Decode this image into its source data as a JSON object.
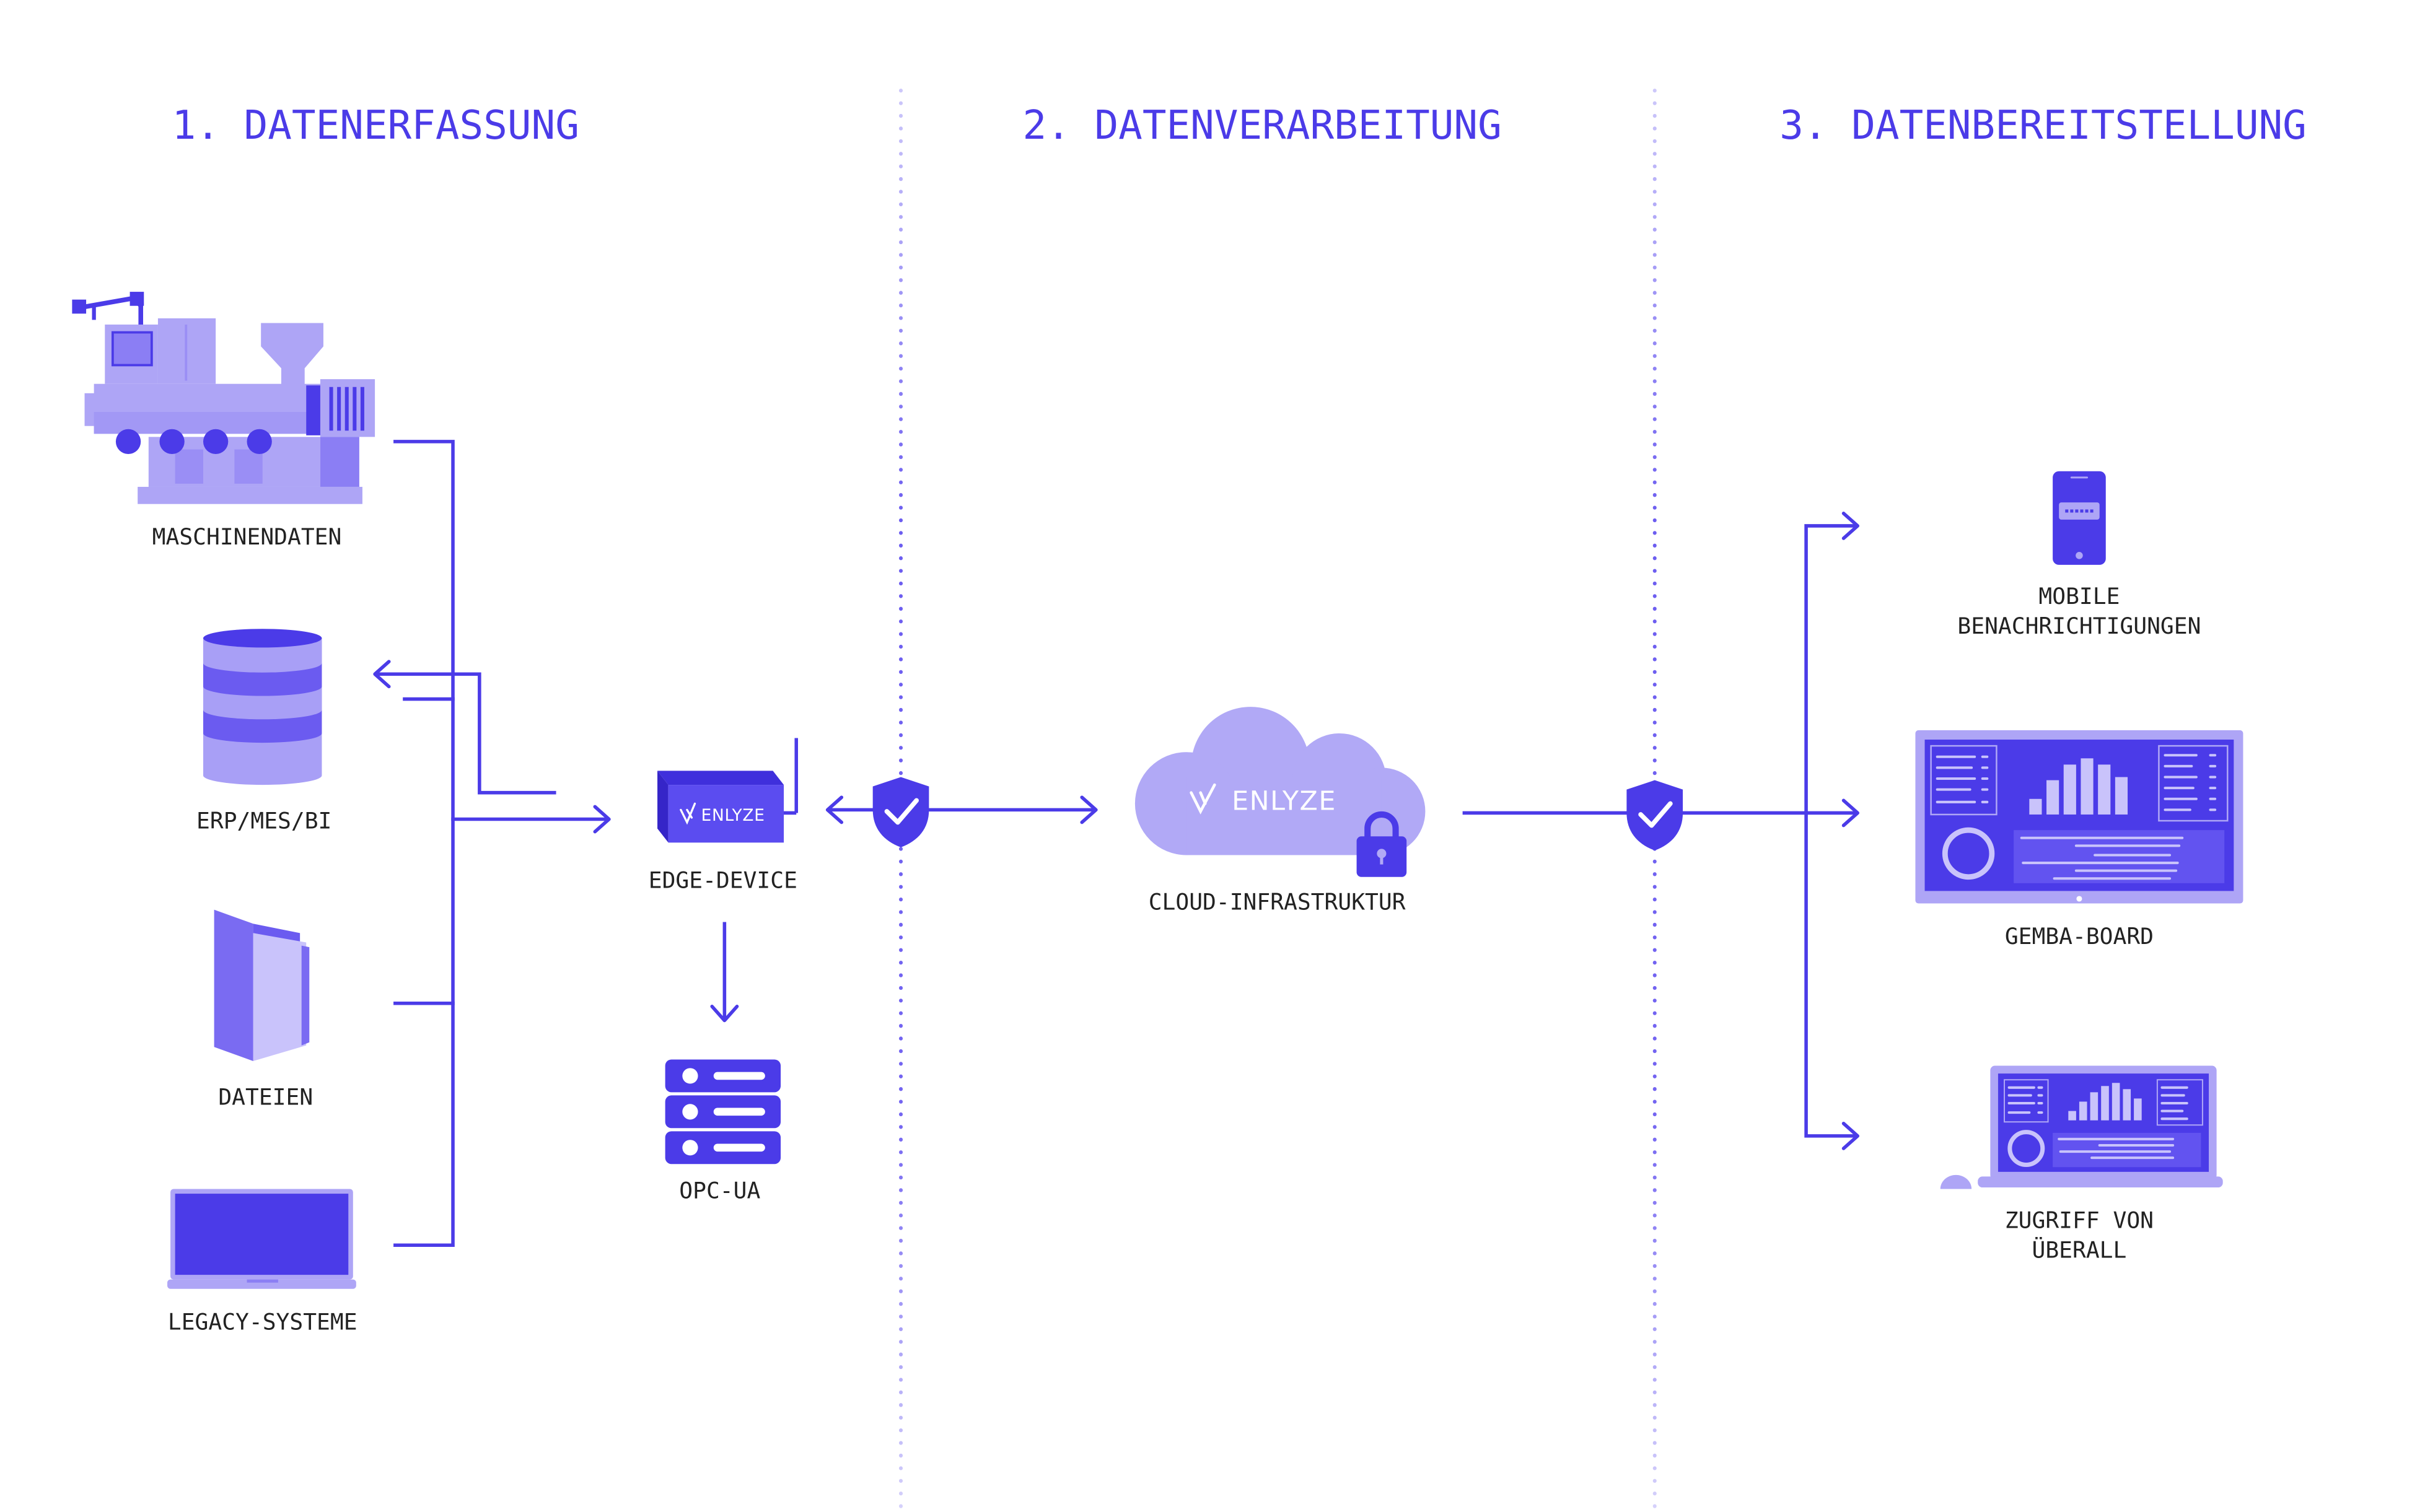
{
  "diagram": {
    "sections": [
      {
        "title": "1. DATENERFASSUNG"
      },
      {
        "title": "2. DATENVERARBEITUNG"
      },
      {
        "title": "3. DATENBEREITSTELLUNG"
      }
    ],
    "sources": {
      "machine": {
        "label": "MASCHINENDATEN",
        "icon": "injection-molding-machine-icon"
      },
      "erp": {
        "label": "ERP/MES/BI",
        "icon": "database-icon"
      },
      "files": {
        "label": "DATEIEN",
        "icon": "folder-icon"
      },
      "legacy": {
        "label": "LEGACY-SYSTEME",
        "icon": "laptop-icon"
      }
    },
    "processing": {
      "edge": {
        "label": "EDGE-DEVICE",
        "brand": "ENLYZE",
        "icon": "edge-device-icon"
      },
      "opcua": {
        "label": "OPC-UA",
        "icon": "server-stack-icon"
      },
      "cloud": {
        "label": "CLOUD-INFRASTRUKTUR",
        "brand": "ENLYZE",
        "icon": "cloud-icon",
        "badge_icon": "lock-icon"
      },
      "security_icon": "shield-check-icon"
    },
    "outputs": {
      "mobile": {
        "label_lines": [
          "MOBILE",
          "BENACHRICHTIGUNGEN"
        ],
        "icon": "smartphone-icon"
      },
      "gemba": {
        "label": "GEMBA-BOARD",
        "icon": "monitor-dashboard-icon"
      },
      "access": {
        "label_lines": [
          "ZUGRIFF VON",
          "ÜBERALL"
        ],
        "icon": "laptop-dashboard-icon"
      }
    }
  },
  "colors": {
    "primary": "#4b3be8",
    "light": "#aea5f6",
    "mid": "#8b7ef4",
    "cloud": "#b1a9f6",
    "text": "#222222",
    "background": "#ffffff"
  }
}
